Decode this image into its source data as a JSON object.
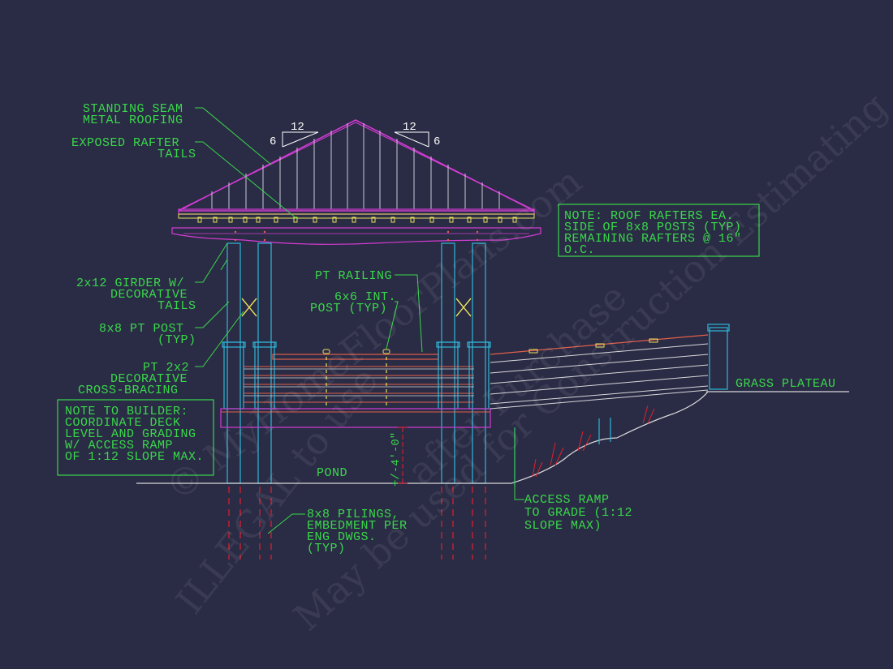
{
  "colors": {
    "background": "#2a2b45",
    "annotation": "#39d84a",
    "roof": "#d23cd2",
    "structure": "#2fb7d8",
    "framing": "#e0604a",
    "detail": "#e8e060",
    "ground": "#d8d8d8",
    "pilings": "#e02030"
  },
  "labels": {
    "standing_seam_1": "STANDING SEAM",
    "standing_seam_2": "METAL ROOFING",
    "rafter_tails_1": "EXPOSED RAFTER",
    "rafter_tails_2": "TAILS",
    "girder_1": "2x12 GIRDER W/",
    "girder_2": "DECORATIVE",
    "girder_3": "TAILS",
    "post_1": "8x8 PT POST",
    "post_2": "(TYP)",
    "bracing_1": "PT 2x2",
    "bracing_2": "DECORATIVE",
    "bracing_3": "CROSS-BRACING",
    "railing": "PT RAILING",
    "int_post_1": "6x6 INT.",
    "int_post_2": "POST (TYP)",
    "pond": "POND",
    "grass": "GRASS PLATEAU",
    "pilings_1": "8x8 PILINGS,",
    "pilings_2": "EMBEDMENT PER",
    "pilings_3": "ENG DWGS.",
    "pilings_4": "(TYP)",
    "ramp_1": "ACCESS RAMP",
    "ramp_2": "TO GRADE (1:12",
    "ramp_3": "SLOPE MAX)",
    "height_dim": "+/-4'-0\"",
    "pitch_left_run": "12",
    "pitch_left_rise": "6",
    "pitch_right_run": "12",
    "pitch_right_rise": "6"
  },
  "notes": {
    "roof_1": "NOTE: ROOF RAFTERS EA.",
    "roof_2": "SIDE OF 8x8 POSTS (TYP)",
    "roof_3": "REMAINING RAFTERS @ 16\"",
    "roof_4": "O.C.",
    "builder_1": "NOTE TO BUILDER:",
    "builder_2": "COORDINATE DECK",
    "builder_3": "LEVEL AND GRADING",
    "builder_4": "W/ ACCESS RAMP",
    "builder_5": "OF 1:12 SLOPE MAX."
  },
  "watermark": {
    "line_1": "ILLEGAL to use",
    "line_2": "© MyHomeFloorPlans.com",
    "line_3": "May be used for Construction Estimating",
    "line_4": "after Purchase"
  }
}
